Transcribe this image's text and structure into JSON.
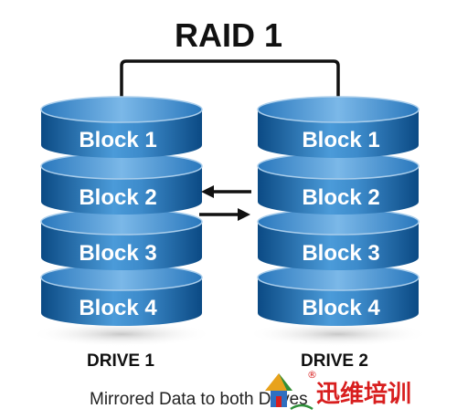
{
  "title": "RAID 1",
  "drives": [
    {
      "label": "DRIVE 1",
      "blocks": [
        "Block 1",
        "Block 2",
        "Block 3",
        "Block 4"
      ]
    },
    {
      "label": "DRIVE 2",
      "blocks": [
        "Block 1",
        "Block 2",
        "Block 3",
        "Block 4"
      ]
    }
  ],
  "caption": "Mirrored Data to both Drives",
  "watermark": {
    "text": "迅维培训",
    "registered_mark": "®"
  },
  "colors": {
    "disk_light": "#4a9ad8",
    "disk_dark": "#0c4f8a",
    "disk_edge": "#a9cdeb",
    "arrow": "#111111",
    "watermark_red": "#d81e1e"
  }
}
